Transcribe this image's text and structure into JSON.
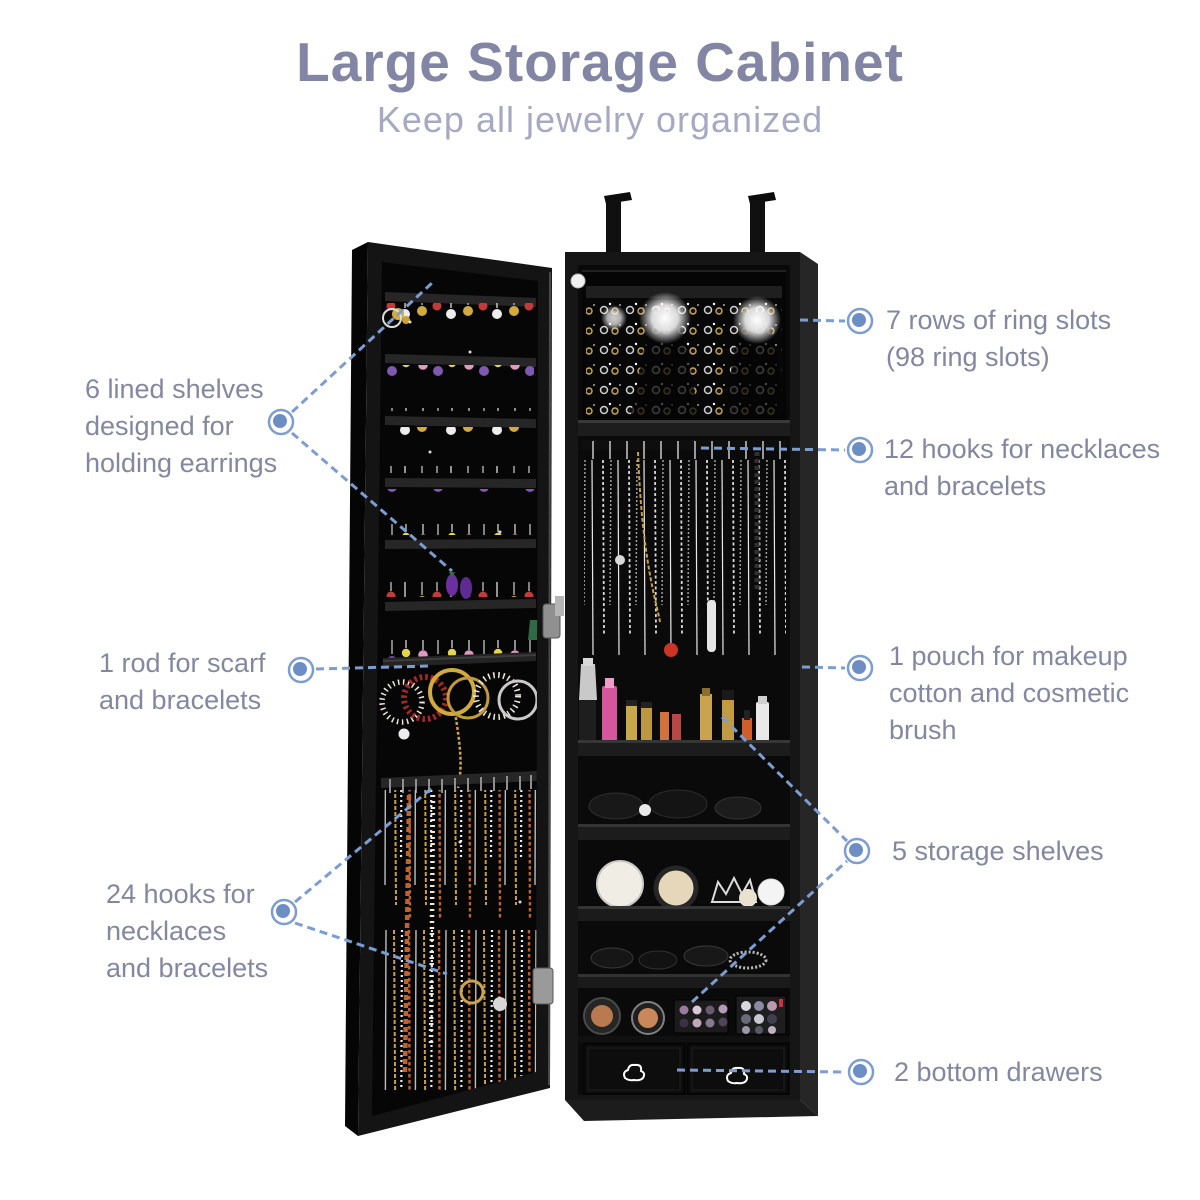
{
  "header": {
    "title": "Large Storage Cabinet",
    "subtitle": "Keep all jewelry organized"
  },
  "callouts": {
    "left": [
      {
        "text": "6 lined shelves\ndesigned for\nholding earrings"
      },
      {
        "text": "1 rod for scarf\nand bracelets"
      },
      {
        "text": "24 hooks for\nnecklaces\nand bracelets"
      }
    ],
    "right": [
      {
        "text": "7 rows of ring slots\n(98 ring slots)"
      },
      {
        "text": "12 hooks for necklaces\nand bracelets"
      },
      {
        "text": "1 pouch for makeup\ncotton and cosmetic\nbrush"
      },
      {
        "text": "5 storage shelves"
      },
      {
        "text": "2 bottom drawers"
      }
    ]
  },
  "colors": {
    "accent_line": "#7d9dd1",
    "marker_dot": "#6d8dc5",
    "callout_text": "#8487a0",
    "title_text": "#8385a4",
    "subtitle_text": "#a7a9c2",
    "cabinet_black": "#141414"
  }
}
